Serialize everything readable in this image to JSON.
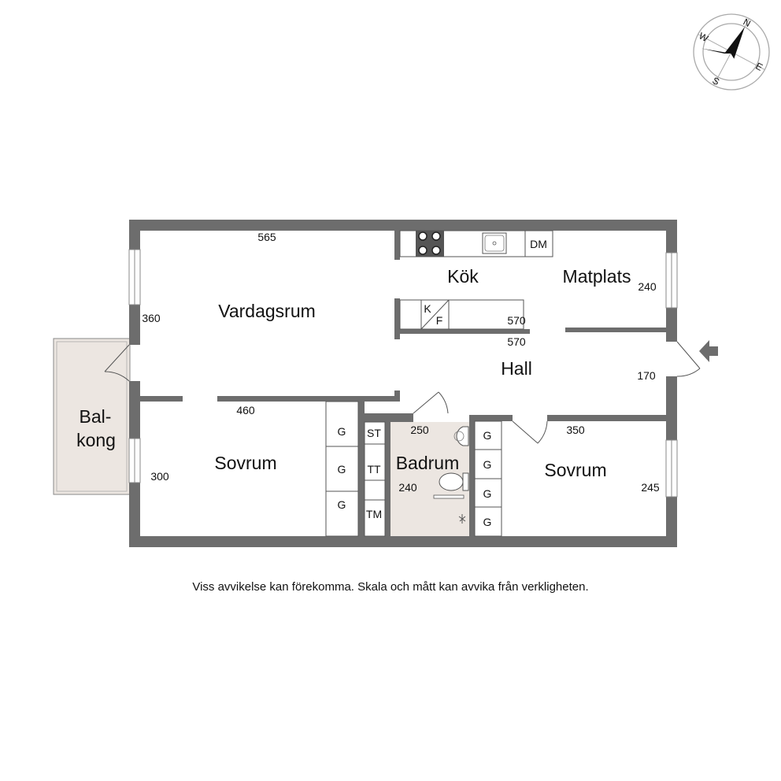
{
  "rooms": {
    "vardagsrum": "Vardagsrum",
    "kok": "Kök",
    "matplats": "Matplats",
    "hall": "Hall",
    "sovrum_left": "Sovrum",
    "sovrum_right": "Sovrum",
    "badrum": "Badrum",
    "balkong_line1": "Bal-",
    "balkong_line2": "kong"
  },
  "dimensions": {
    "vardagsrum_width": "565",
    "vardagsrum_depth": "360",
    "kok_width_top": "570",
    "kok_width_bottom": "570",
    "matplats_depth": "240",
    "hall_depth": "170",
    "sovrum_left_width": "460",
    "sovrum_left_depth": "300",
    "badrum_width": "250",
    "badrum_depth": "240",
    "sovrum_right_width": "350",
    "sovrum_right_depth": "245"
  },
  "fixtures": {
    "dishwasher": "DM",
    "fridge": "K",
    "freezer": "F",
    "wardrobe": "G",
    "storage": "ST",
    "dryer": "TT",
    "washer": "TM"
  },
  "compass": {
    "north": "N",
    "east": "E",
    "south": "S",
    "west": "W"
  },
  "colors": {
    "wall": "#6d6d6d",
    "balcony_fill": "#ece6e1",
    "bathroom_fill": "#ece6e1"
  },
  "disclaimer": "Viss avvikelse kan förekomma. Skala och mått kan avvika från verkligheten."
}
